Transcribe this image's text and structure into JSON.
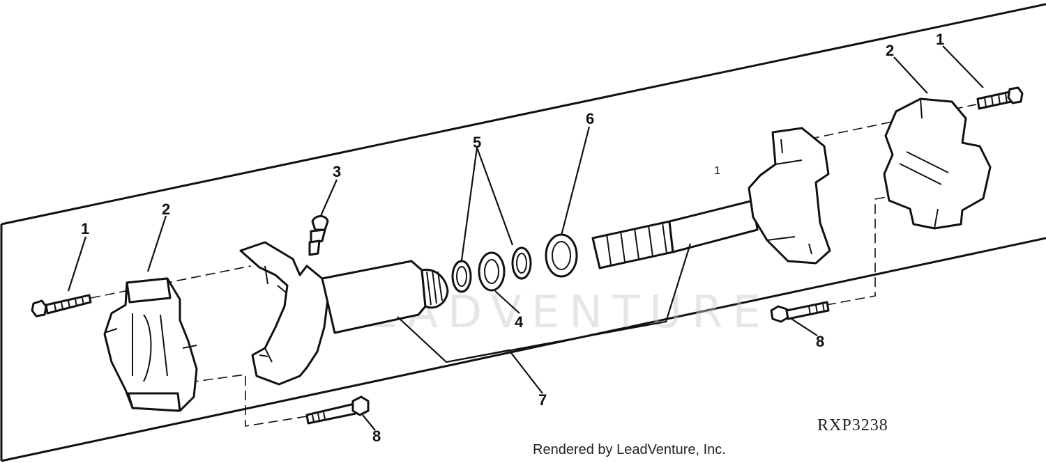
{
  "diagram": {
    "callouts": [
      "1",
      "2",
      "3",
      "5",
      "6",
      "2",
      "1",
      "1",
      "4",
      "7",
      "8",
      "8"
    ],
    "reference_code": "RXP3238",
    "credit": "Rendered by LeadVenture, Inc.",
    "watermark": "LEADVENTURE"
  }
}
